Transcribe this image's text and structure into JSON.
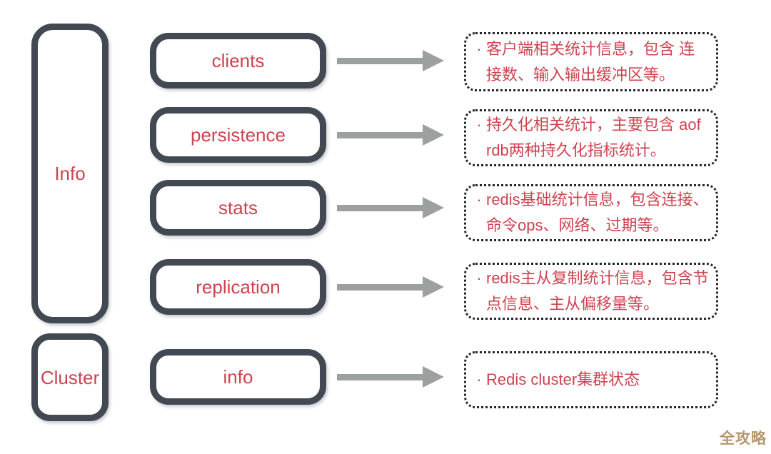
{
  "colors": {
    "shape_border": "#424953",
    "text_red": "#cf4250",
    "arrow_gray": "#9ca09e",
    "dotted_border": "#23232b",
    "watermark_gold": "#b4976b",
    "bg": "#ffffff"
  },
  "groups": [
    {
      "label": "Info"
    },
    {
      "label": "Cluster"
    }
  ],
  "bullet": "·",
  "rows": [
    {
      "section": "clients",
      "desc_lines": [
        "客户端相关统计信息，包含 连",
        "接数、输入输出缓冲区等。"
      ]
    },
    {
      "section": "persistence",
      "desc_lines": [
        "持久化相关统计，主要包含 aof",
        "rdb两种持久化指标统计。"
      ]
    },
    {
      "section": "stats",
      "desc_lines": [
        "redis基础统计信息，包含连接、",
        "命令ops、网络、过期等。"
      ]
    },
    {
      "section": "replication",
      "desc_lines": [
        "redis主从复制统计信息，包含节",
        "点信息、主从偏移量等。"
      ]
    },
    {
      "section": "info",
      "desc_lines": [
        "Redis cluster集群状态"
      ]
    }
  ],
  "watermark": "全攻略"
}
